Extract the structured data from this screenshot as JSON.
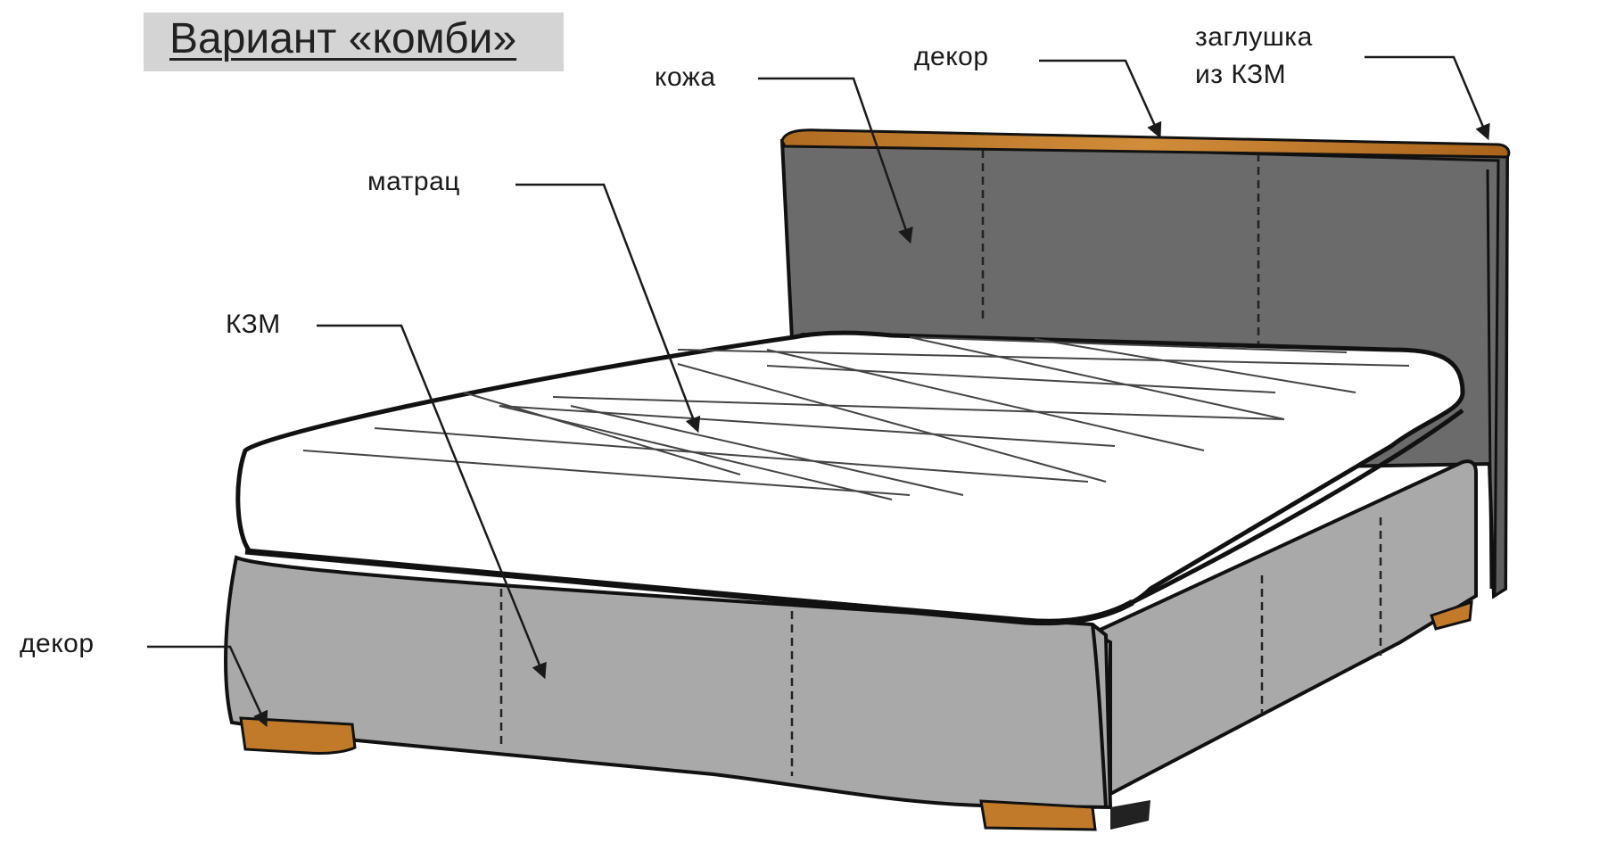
{
  "title": "Вариант «комби»",
  "labels": {
    "leather": "кожа",
    "decor_top": "декор",
    "plug_line1": "заглушка",
    "plug_line2": "из КЗМ",
    "mattress": "матрац",
    "kzm": "КЗМ",
    "decor_bottom": "декор"
  },
  "colors": {
    "headboard": "#6b6b6b",
    "base": "#a9a9a9",
    "wood": "#c07a2a",
    "mattress": "#ffffff",
    "title_bg": "#d4d4d4"
  }
}
